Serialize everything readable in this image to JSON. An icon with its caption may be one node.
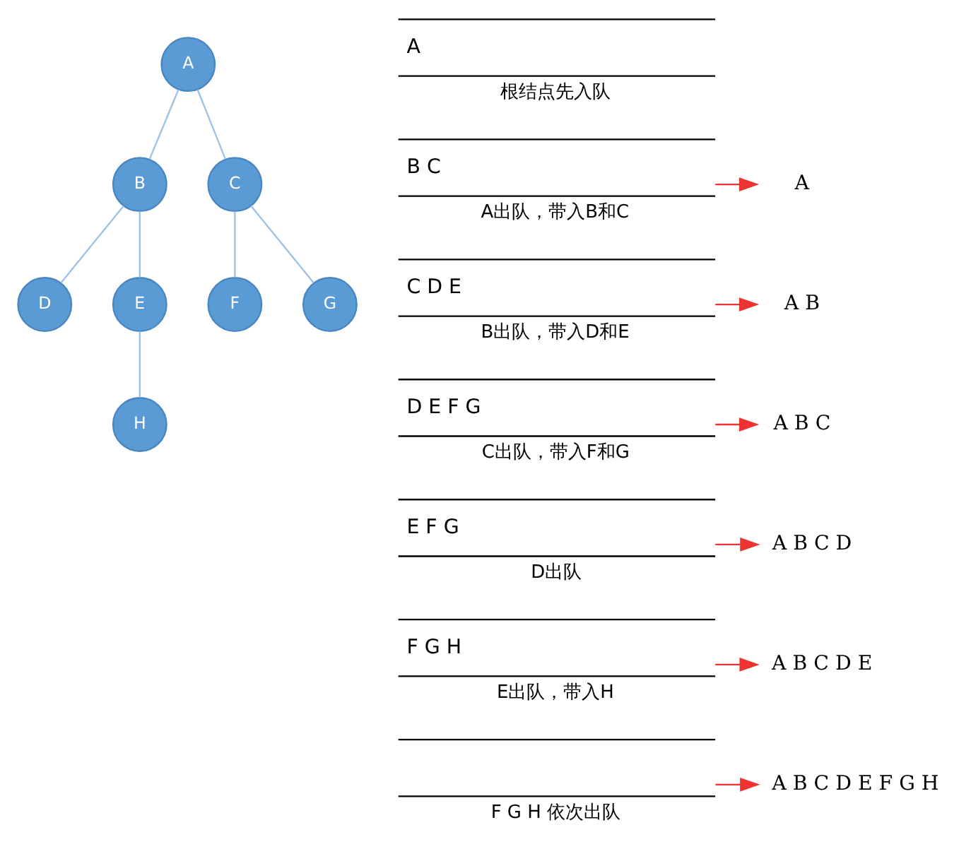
{
  "diagram": {
    "nodes": [
      {
        "text": [
          "A"
        ]
      },
      {
        "text": [
          "B"
        ]
      },
      {
        "text": [
          "C"
        ]
      },
      {
        "text": [
          "D"
        ]
      },
      {
        "text": [
          "E"
        ]
      },
      {
        "text": [
          "F"
        ]
      },
      {
        "text": [
          "G"
        ]
      },
      {
        "text": [
          "H"
        ]
      },
      {
        "text": [
          "A",
          "根结点先入队"
        ]
      },
      {
        "text": [
          "A"
        ]
      },
      {
        "text": [
          "B C",
          "A出队，带入B和C"
        ]
      },
      {
        "text": [
          "A B"
        ]
      },
      {
        "text": [
          "C D E",
          "B出队，带入D和E"
        ]
      },
      {
        "text": [
          "A B C"
        ]
      },
      {
        "text": [
          "D E F G",
          "C出队，带入F和G"
        ]
      },
      {
        "text": [
          "A B C D"
        ]
      },
      {
        "text": [
          "E F G",
          "D出队"
        ]
      },
      {
        "text": [
          "A B C D E"
        ]
      },
      {
        "text": [
          "F G H",
          "E出队，带入H"
        ]
      },
      {
        "text": [
          "A B C D E F G H"
        ]
      },
      {
        "text": [
          "F G H 依次出队"
        ]
      }
    ],
    "edges": [
      {
        "from": 0,
        "to": 1,
        "arrow": "none"
      },
      {
        "from": 0,
        "to": 2,
        "arrow": "none"
      },
      {
        "from": 1,
        "to": 3,
        "arrow": "none"
      },
      {
        "from": 1,
        "to": 4,
        "arrow": "none"
      },
      {
        "from": 2,
        "to": 5,
        "arrow": "none"
      },
      {
        "from": 2,
        "to": 6,
        "arrow": "none"
      },
      {
        "from": 4,
        "to": 7,
        "arrow": "none"
      },
      {
        "from": 10,
        "to": 9,
        "arrow": "to",
        "color": "#ee3333"
      },
      {
        "from": 12,
        "to": 11,
        "arrow": "to",
        "color": "#ee3333"
      },
      {
        "from": 14,
        "to": 13,
        "arrow": "to",
        "color": "#ee3333"
      },
      {
        "from": 16,
        "to": 15,
        "arrow": "to",
        "color": "#ee3333"
      },
      {
        "from": 18,
        "to": 17,
        "arrow": "to",
        "color": "#ee3333"
      },
      {
        "from": 20,
        "to": 19,
        "arrow": "to",
        "color": "#ee3333"
      }
    ]
  }
}
